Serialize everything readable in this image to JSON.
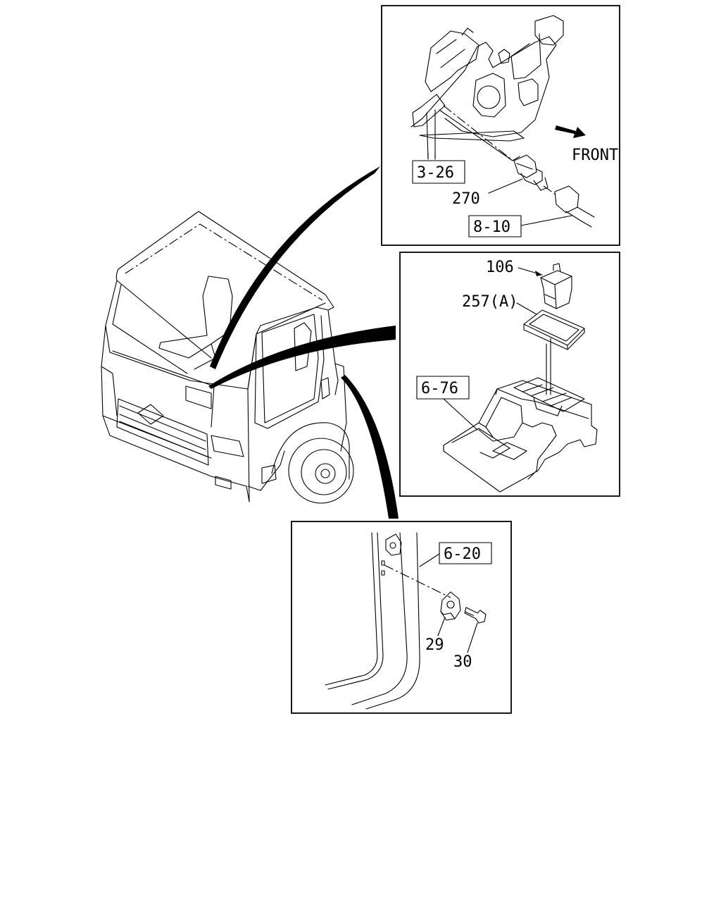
{
  "callouts": {
    "ref_3_26": "3-26",
    "part_270": "270",
    "ref_8_10": "8-10",
    "front": "FRONT",
    "part_106": "106",
    "part_257a": "257(A)",
    "ref_6_76": "6-76",
    "ref_6_20": "6-20",
    "part_29": "29",
    "part_30": "30"
  }
}
